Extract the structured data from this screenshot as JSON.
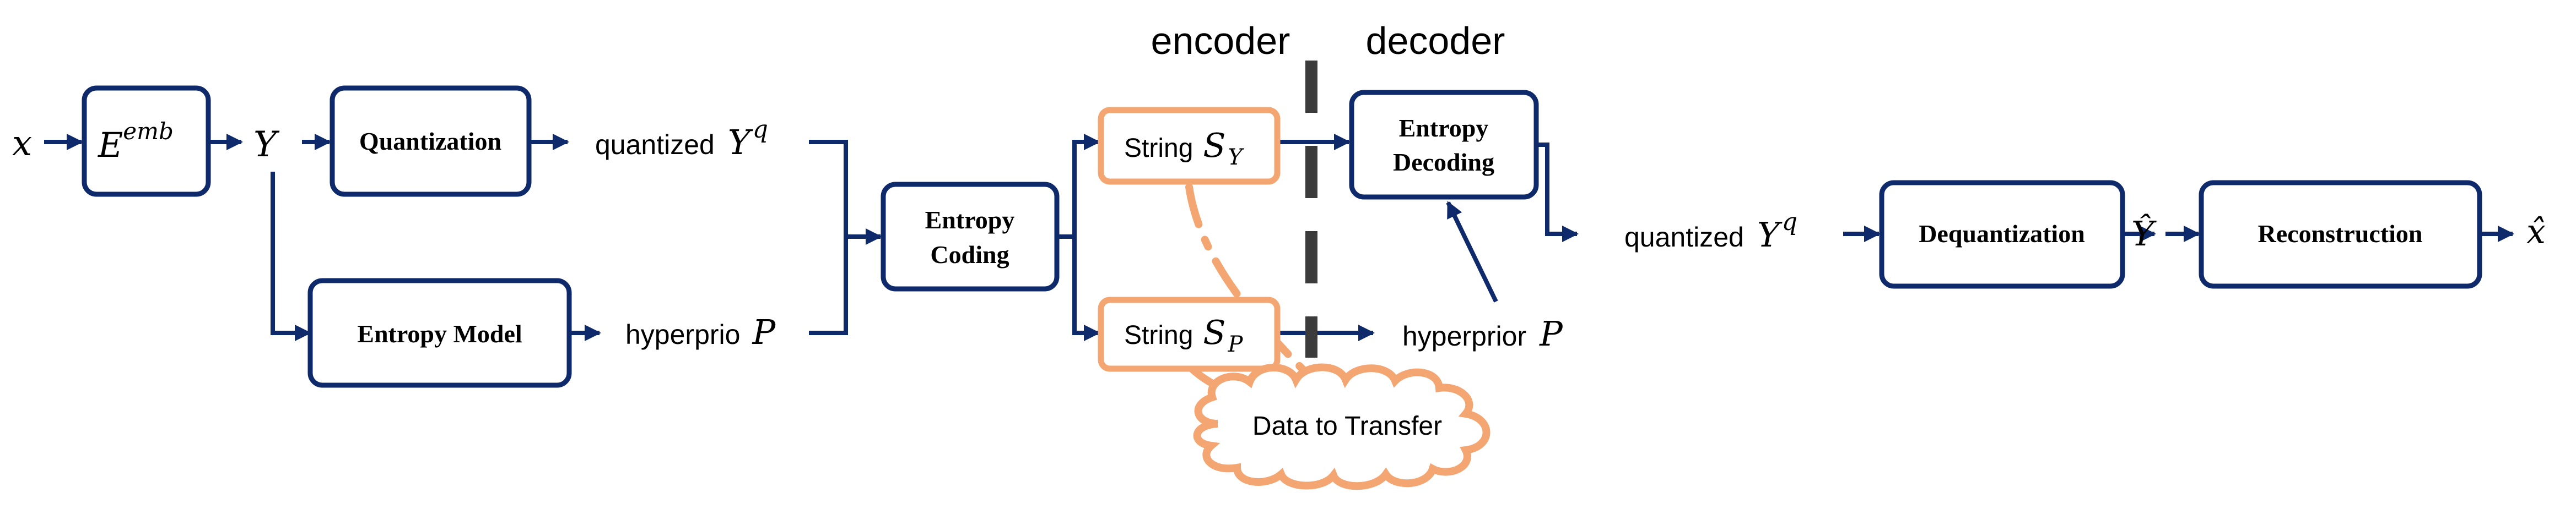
{
  "colors": {
    "navy": "#0f2a6b",
    "orange": "#f4a672",
    "divider": "#3b3b3b"
  },
  "inputs": {
    "x": "x",
    "y": "Y",
    "y_hat": "Ŷ",
    "x_hat": "x̂"
  },
  "embed": {
    "base": "E",
    "sup": "emb"
  },
  "boxes": {
    "quantization": "Quantization",
    "entropy_model": "Entropy Model",
    "entropy_coding_1": "Entropy",
    "entropy_coding_2": "Coding",
    "entropy_decoding_1": "Entropy",
    "entropy_decoding_2": "Decoding",
    "dequantization": "Dequantization",
    "reconstruction": "Reconstruction"
  },
  "strings": {
    "sy_word": "String",
    "sy_sym": "S",
    "sy_sub": "Y",
    "sp_word": "String",
    "sp_sym": "S",
    "sp_sub": "P"
  },
  "labels": {
    "quantized": "quantized",
    "y": "Y",
    "q": "q",
    "quantized2": "quantized",
    "hyperprio": "hyperprio",
    "p": "P",
    "hyperprior": "hyperprior",
    "p2": "P"
  },
  "headers": {
    "encoder": "encoder",
    "decoder": "decoder"
  },
  "cloud": "Data to Transfer"
}
